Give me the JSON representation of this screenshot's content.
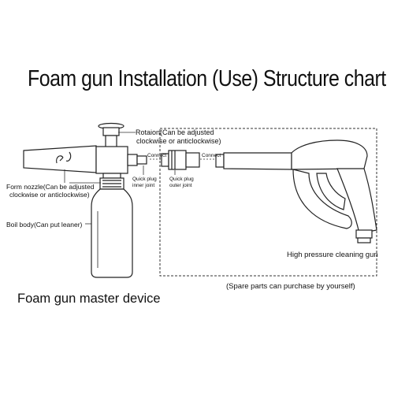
{
  "title": "Foam gun Installation (Use) Structure chart",
  "labels": {
    "rotation_line1": "Rotaion(Can be adjusted",
    "rotation_line2": "clockwise or anticlockwise)",
    "form_nozzle_line1": "Form nozzle(Can be adjusted",
    "form_nozzle_line2": "clockwise or anticlockwise)",
    "quick_plug_inner_line1": "Quick plug",
    "quick_plug_inner_line2": "inner joint",
    "quick_plug_outer_line1": "Quick plug",
    "quick_plug_outer_line2": "outer joint",
    "connect_left": "Connect",
    "connect_right": "Connect",
    "boil_body": "Boil body(Can put leaner)",
    "high_pressure_gun": "High pressure cleaning gun",
    "spare_parts": "(Spare parts can purchase by yourself)",
    "master_device": "Foam gun master device"
  },
  "colors": {
    "line": "#222222",
    "background": "#ffffff"
  }
}
